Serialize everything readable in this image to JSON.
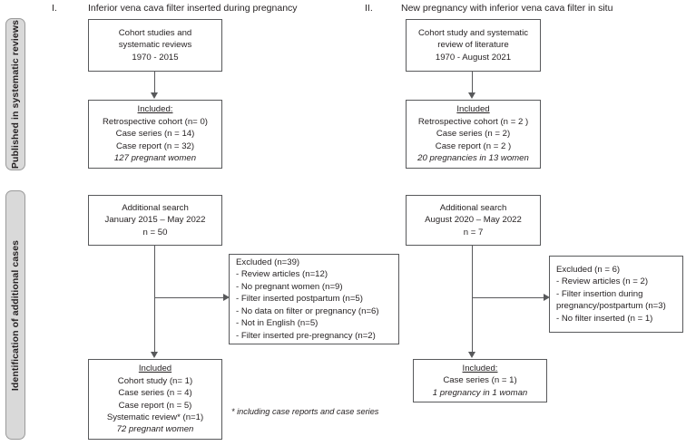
{
  "figure": {
    "type": "prisma-style-flowchart",
    "title_implied": "Flow diagram of published systematic reviews and identification of additional cases"
  },
  "stages": [
    {
      "id": "published",
      "label": "Published in systematic reviews"
    },
    {
      "id": "identification",
      "label": "Identification of additional cases"
    }
  ],
  "columns": [
    {
      "numeral": "I.",
      "heading": "Inferior vena cava filter inserted during pregnancy"
    },
    {
      "numeral": "II.",
      "heading": "New pregnancy with inferior vena cava filter in situ"
    }
  ],
  "boxes": {
    "col1_source": {
      "name": "Cohort studies and systematic reviews 1970 - 2015",
      "lines": [
        {
          "text": "Cohort studies and",
          "style": "plain"
        },
        {
          "text": "systematic reviews",
          "style": "plain"
        },
        {
          "text": "1970 - 2015",
          "style": "plain"
        }
      ]
    },
    "col1_included": {
      "name": "Included published col 1",
      "lines": [
        {
          "text": "Included:",
          "style": "underline"
        },
        {
          "text": "Retrospective cohort (n= 0)",
          "style": "plain"
        },
        {
          "text": "Case series (n = 14)",
          "style": "plain"
        },
        {
          "text": "Case report (n = 32)",
          "style": "plain"
        },
        {
          "text": "127 pregnant women",
          "style": "italic"
        }
      ]
    },
    "col2_source": {
      "name": "Cohort study and systematic review of literature 1970 - August 2021",
      "lines": [
        {
          "text": "Cohort study and systematic",
          "style": "plain"
        },
        {
          "text": "review of literature",
          "style": "plain"
        },
        {
          "text": "1970 - August 2021",
          "style": "plain"
        }
      ]
    },
    "col2_included": {
      "name": "Included published col 2",
      "lines": [
        {
          "text": "Included",
          "style": "underline"
        },
        {
          "text": "Retrospective cohort (n = 2 )",
          "style": "plain"
        },
        {
          "text": "Case series (n = 2)",
          "style": "plain"
        },
        {
          "text": "Case report (n = 2 )",
          "style": "plain"
        },
        {
          "text": "20 pregnancies in 13 women",
          "style": "italic"
        }
      ]
    },
    "col1_additional_search": {
      "name": "Additional search col 1",
      "lines": [
        {
          "text": "Additional search",
          "style": "plain"
        },
        {
          "text": "January 2015 – May 2022",
          "style": "plain"
        },
        {
          "text": "n = 50",
          "style": "plain"
        }
      ]
    },
    "col1_excluded": {
      "name": "Excluded col 1",
      "lines": [
        {
          "text": "Excluded (n=39)",
          "style": "plain"
        },
        {
          "text": "- Review articles (n=12)",
          "style": "plain"
        },
        {
          "text": "- No pregnant women (n=9)",
          "style": "plain"
        },
        {
          "text": "- Filter inserted postpartum (n=5)",
          "style": "plain"
        },
        {
          "text": "- No data on filter or pregnancy (n=6)",
          "style": "plain"
        },
        {
          "text": "- Not in English (n=5)",
          "style": "plain"
        },
        {
          "text": "- Filter inserted pre-pregnancy (n=2)",
          "style": "plain"
        }
      ]
    },
    "col1_additional_included": {
      "name": "Included additional col 1",
      "lines": [
        {
          "text": "Included",
          "style": "underline"
        },
        {
          "text": "Cohort study (n= 1)",
          "style": "plain"
        },
        {
          "text": "Case series (n = 4)",
          "style": "plain"
        },
        {
          "text": "Case report (n = 5)",
          "style": "plain"
        },
        {
          "text": "Systematic review* (n=1)",
          "style": "plain"
        },
        {
          "text": "72 pregnant women",
          "style": "italic"
        }
      ]
    },
    "col2_additional_search": {
      "name": "Additional search col 2",
      "lines": [
        {
          "text": "Additional search",
          "style": "plain"
        },
        {
          "text": "August 2020 – May 2022",
          "style": "plain"
        },
        {
          "text": "n = 7",
          "style": "plain"
        }
      ]
    },
    "col2_excluded": {
      "name": "Excluded col 2",
      "lines": [
        {
          "text": "Excluded (n = 6)",
          "style": "plain"
        },
        {
          "text": "- Review articles (n = 2)",
          "style": "plain"
        },
        {
          "text": "- Filter insertion during",
          "style": "plain"
        },
        {
          "text": "pregnancy/postpartum (n=3)",
          "style": "plain"
        },
        {
          "text": "- No filter inserted (n = 1)",
          "style": "plain"
        }
      ]
    },
    "col2_additional_included": {
      "name": "Included additional col 2",
      "lines": [
        {
          "text": "Included:",
          "style": "underline"
        },
        {
          "text": "Case series (n = 1)",
          "style": "plain"
        },
        {
          "text": "1 pregnancy in 1 woman",
          "style": "italic"
        }
      ]
    }
  },
  "footnote": "* including case reports and case series",
  "colors": {
    "stage_bar_fill": "#d9d9d9",
    "stage_bar_border": "#9a9a9a",
    "box_border": "#58595b",
    "text": "#231f20",
    "background": "#ffffff"
  }
}
